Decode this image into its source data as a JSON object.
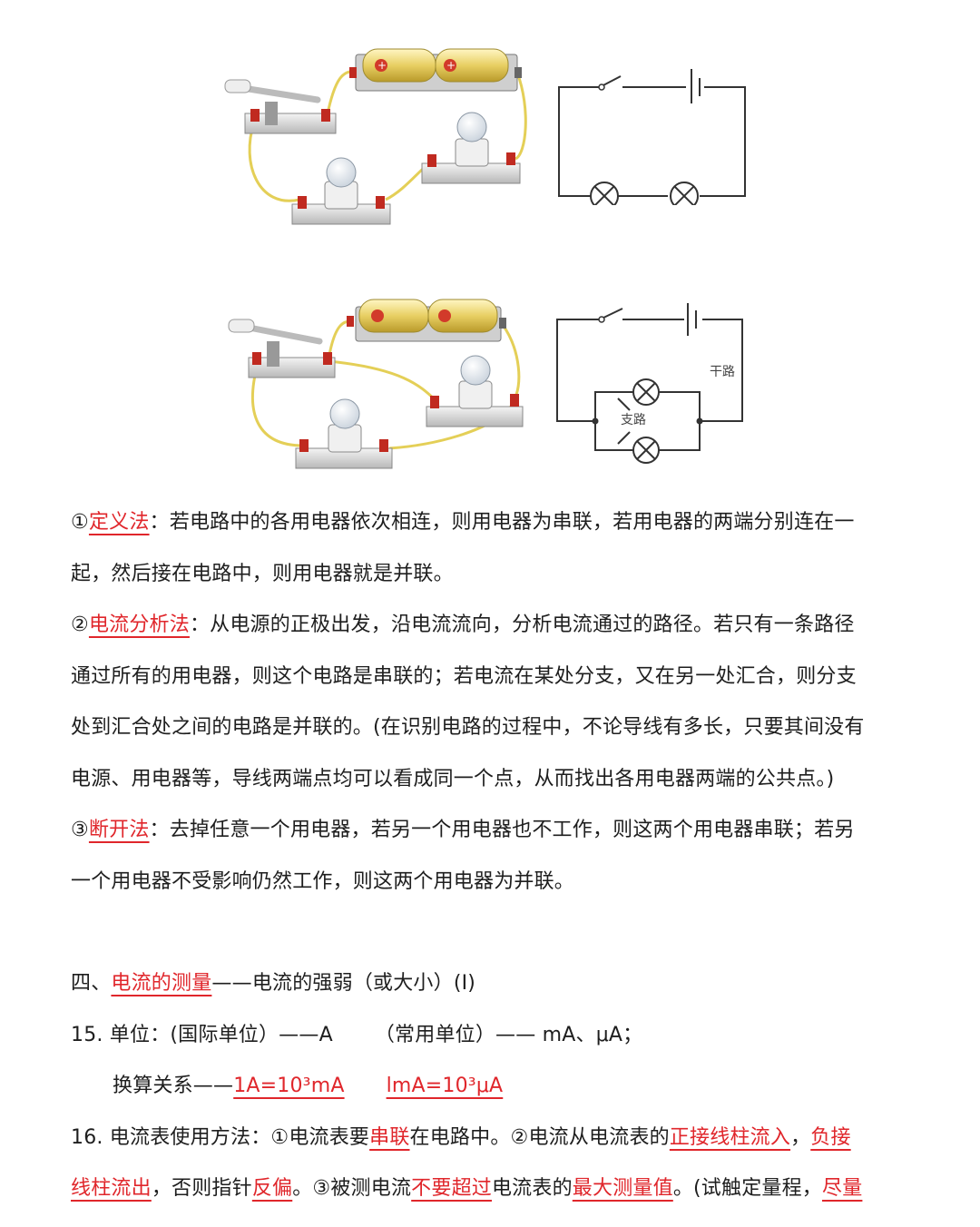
{
  "diagrams": {
    "parallel_trunk_label": "干路",
    "parallel_branch_label": "支路"
  },
  "methods": {
    "m1": {
      "num": "①",
      "name": "定义法",
      "sep": "：",
      "text1": "若电路中的各用电器依次相连，则用电器为串联，若用电器的两端分别连在一",
      "text2": "起，然后接在电路中，则用电器就是并联。"
    },
    "m2": {
      "num": "②",
      "name": "电流分析法",
      "sep": "：",
      "text1": "从电源的正极出发，沿电流流向，分析电流通过的路径。若只有一条路径",
      "text2": "通过所有的用电器，则这个电路是串联的；若电流在某处分支，又在另一处汇合，则分支",
      "text3": "处到汇合处之间的电路是并联的。(在识别电路的过程中，不论导线有多长，只要其间没有",
      "text4": "电源、用电器等，导线两端点均可以看成同一个点，从而找出各用电器两端的公共点。)"
    },
    "m3": {
      "num": "③",
      "name": "断开法",
      "sep": "：",
      "text1": "去掉任意一个用电器，若另一个用电器也不工作，则这两个用电器串联；若另",
      "text2": "一个用电器不受影响仍然工作，则这两个用电器为并联。"
    }
  },
  "section4": {
    "prefix": "四、",
    "topic": "电流的测量",
    "suffix": "——电流的强弱（或大小）(I)"
  },
  "item15": {
    "num": "15.",
    "intl": "单位：(国际单位）——A",
    "common": "（常用单位）—— mA、μA；",
    "conv_label": "换算关系——",
    "conv1": "1A=10³mA",
    "conv2": "lmA=10³μA"
  },
  "item16": {
    "num": "16.",
    "a": "电流表使用方法：①电流表要",
    "b": "串联",
    "c": "在电路中。②电流从电流表的",
    "d": "正接线柱流入",
    "e": "，",
    "f": "负接",
    "g": "线柱流出",
    "h": "，否则指针",
    "i": "反偏",
    "j": "。③被测电流",
    "k": "不要超过",
    "l": "电流表的",
    "m": "最大测量值",
    "n": "。(试触定量程，",
    "o": "尽量"
  }
}
